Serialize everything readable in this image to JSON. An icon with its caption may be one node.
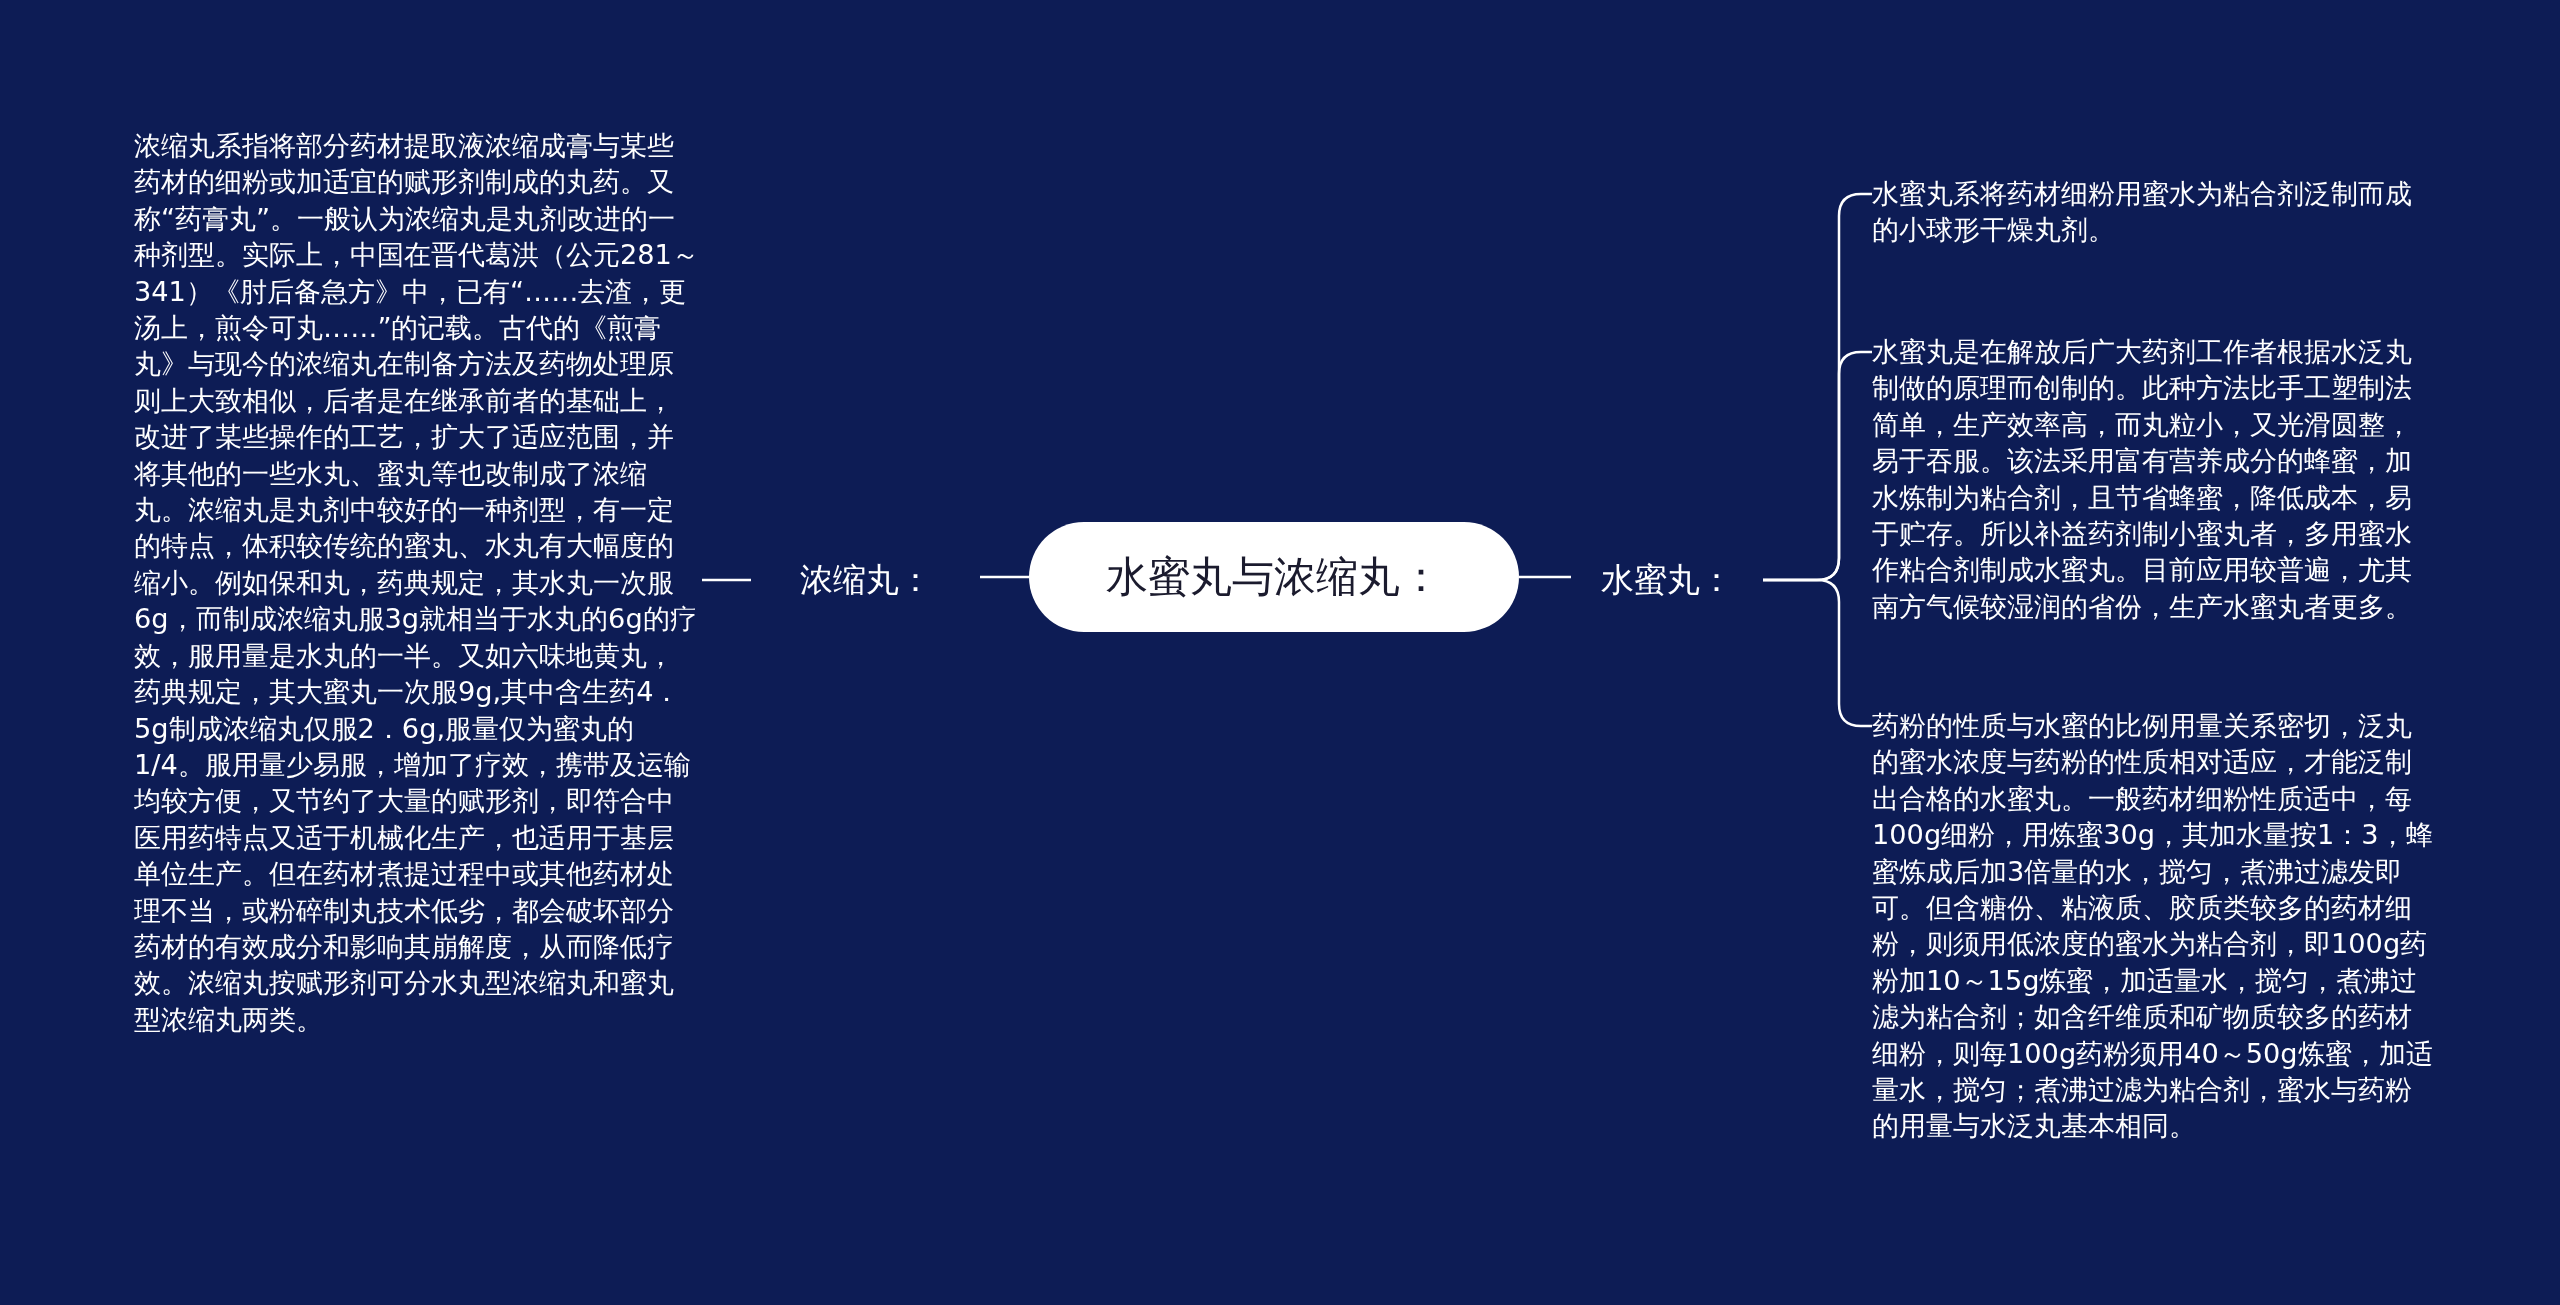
{
  "diagram": {
    "nodes": [
      {
        "text": [
          "水蜜丸与浓缩丸："
        ]
      },
      {
        "text": [
          "浓缩丸："
        ]
      },
      {
        "text": [
          "浓缩丸系指将部分药材提取液浓缩成膏与某些药材的细粉或加适宜的赋形剂制成的丸药。又称“药膏丸”。一般认为浓缩丸是丸剂改进的一种剂型。实际上，中国在晋代葛洪（公元281～341）《肘后备急方》中，已有“……去渣，更汤上，煎令可丸……”的记载。古代的《煎膏丸》与现今的浓缩丸在制备方法及药物处理原则上大致相似，后者是在继承前者的基础上，改进了某些操作的工艺，扩大了适应范围，并将其他的一些水丸、蜜丸等也改制成了浓缩丸。浓缩丸是丸剂中较好的一种剂型，有一定的特点，体积较传统的蜜丸、水丸有大幅度的缩小。例如保和丸，药典规定，其水丸一次服6g，而制成浓缩丸服3g就相当于水丸的6g的疗效，服用量是水丸的一半。又如六味地黄丸，药典规定，其大蜜丸一次服9g,其中含生药4．5g制成浓缩丸仅服2．6g,服量仅为蜜丸的1/4。服用量少易服，增加了疗效，携带及运输均较方便，又节约了大量的赋形剂，即符合中医用药特点又适于机械化生产，也适用于基层单位生产。但在药材煮提过程中或其他药材处理不当，或粉碎制丸技术低劣，都会破坏部分药材的有效成分和影响其崩解度，从而降低疗效。浓缩丸按赋形剂可分水丸型浓缩丸和蜜丸型浓缩丸两类。"
        ]
      },
      {
        "text": [
          "水蜜丸："
        ]
      },
      {
        "text": [
          "水蜜丸系将药材细粉用蜜水为粘合剂泛制而成的小球形干燥丸剂。"
        ]
      },
      {
        "text": [
          "水蜜丸是在解放后广大药剂工作者根据水泛丸制做的原理而创制的。此种方法比手工塑制法简单，生产效率高，而丸粒小，又光滑圆整，易于吞服。该法采用富有营养成分的蜂蜜，加水炼制为粘合剂，且节省蜂蜜，降低成本，易于贮存。所以补益药剂制小蜜丸者，多用蜜水作粘合剂制成水蜜丸。目前应用较普遍，尤其南方气候较湿润的省份，生产水蜜丸者更多。"
        ]
      },
      {
        "text": [
          "药粉的性质与水蜜的比例用量关系密切，泛丸的蜜水浓度与药粉的性质相对适应，才能泛制出合格的水蜜丸。一般药材细粉性质适中，每100g细粉，用炼蜜30g，其加水量按1：3，蜂蜜炼成后加3倍量的水，搅匀，煮沸过滤发即可。但含糖份、粘液质、胶质类较多的药材细粉，则须用低浓度的蜜水为粘合剂，即100g药粉加10～15g炼蜜，加适量水，搅匀，煮沸过滤为粘合剂；如含纤维质和矿物质较多的药材细粉，则每100g药粉须用40～50g炼蜜，加适量水，搅匀；煮沸过滤为粘合剂，蜜水与药粉的用量与水泛丸基本相同。"
        ]
      }
    ],
    "edges": [
      {
        "from": 0,
        "to": 1,
        "arrow": "none"
      },
      {
        "from": 1,
        "to": 2,
        "arrow": "none"
      },
      {
        "from": 0,
        "to": 3,
        "arrow": "none"
      },
      {
        "from": 3,
        "to": 4,
        "arrow": "none"
      },
      {
        "from": 3,
        "to": 5,
        "arrow": "none"
      },
      {
        "from": 3,
        "to": 6,
        "arrow": "none"
      }
    ]
  }
}
